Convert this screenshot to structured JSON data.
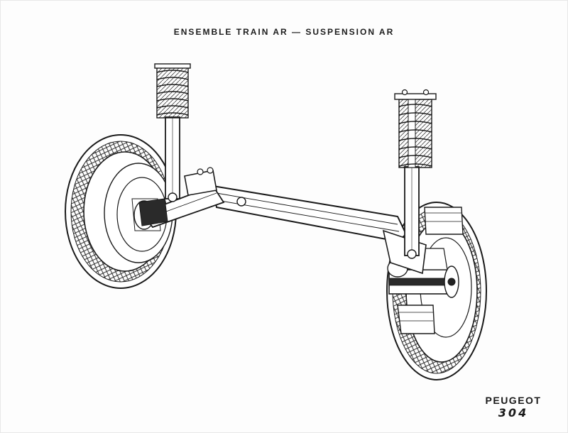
{
  "document": {
    "title": "ENSEMBLE TRAIN AR — SUSPENSION AR"
  },
  "brand": {
    "name": "PEUGEOT",
    "model": "304"
  },
  "colors": {
    "ink": "#1a1a1a",
    "paper": "#ffffff"
  }
}
